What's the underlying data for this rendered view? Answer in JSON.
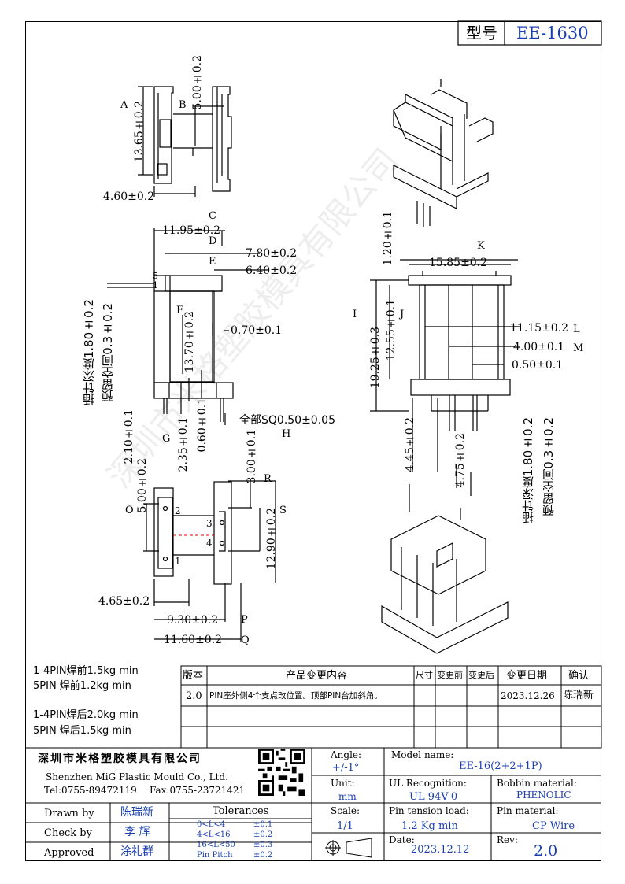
{
  "title_block": {
    "type_label": "型号",
    "model_code": "EE-1630"
  },
  "dimensions": {
    "d1": "13.65±0.2",
    "d2": "5.00±0.2",
    "d3": "4.60±0.2",
    "d4": "11.95±0.2",
    "d5": "7.80±0.2",
    "d6": "6.40±0.2",
    "d7": "13.70±0.2",
    "d8": "0.70±0.1",
    "d9": "2.10±0.1",
    "d10": "2.35±0.1",
    "d11": "0.60±0.1",
    "d12": "全部SQ0.50±0.05",
    "d13": "1.20±0.1",
    "d14": "15.85±0.2",
    "d15": "19.25±0.3",
    "d16": "12.55±0.1",
    "d17": "11.15±0.2",
    "d18": "4.00±0.1",
    "d19": "0.50±0.1",
    "d20": "4.45±0.2",
    "d21": "4.75±0.2",
    "d22": "3.00±0.1",
    "d23": "5.00±0.2",
    "d24": "12.90±0.2",
    "d25": "4.65±0.2",
    "d26": "9.30±0.2",
    "d27": "11.60±0.2"
  },
  "markers": [
    "A",
    "B",
    "C",
    "D",
    "E",
    "F",
    "G",
    "H",
    "I",
    "J",
    "K",
    "L",
    "M",
    "O",
    "P",
    "Q",
    "R",
    "S"
  ],
  "pin_numbers": [
    "5",
    "1",
    "2",
    "3",
    "4",
    "1"
  ],
  "notes": {
    "insert_depth_left": "插针深度1.80±0.2",
    "reserve_gap_left": "预留空间0.3±0.2",
    "insert_depth_right": "插针深度1.80±0.2",
    "reserve_gap_right": "预留空间0.3±0.2"
  },
  "strength_notes": [
    "1-4PIN焊前1.5kg min",
    "5PIN  焊前1.2kg min",
    "1-4PIN焊后2.0kg min",
    "5PIN  焊后1.5kg min"
  ],
  "revision_table": {
    "headers": [
      "版本",
      "产品变更内容",
      "尺寸",
      "变更前",
      "变更后",
      "变更日期",
      "确认"
    ],
    "row": {
      "version": "2.0",
      "content": "PIN座外侧4个支点改位置。顶部PIN台加斜角。",
      "date": "2023.12.26",
      "confirm": "陈瑞新"
    }
  },
  "company": {
    "name_cn": "深圳市米格塑胶模具有限公司",
    "name_en": "Shenzhen MiG Plastic Mould Co., Ltd.",
    "tel": "Tel:0755-89472119",
    "fax": "Fax:0755-23721421"
  },
  "info": {
    "angle_label": "Angle:",
    "angle_value": "+/-1°",
    "model_label": "Model name:",
    "model_value": "EE-16(2+2+1P)",
    "unit_label": "Unit:",
    "unit_value": "mm",
    "ul_label": "UL Recognition:",
    "ul_value": "UL 94V-0",
    "bobbin_label": "Bobbin material:",
    "bobbin_value": "PHENOLIC",
    "scale_label": "Scale:",
    "scale_value": "1/1",
    "tension_label": "Pin tension load:",
    "tension_value": "1.2 Kg min",
    "pinmat_label": "Pin material:",
    "pinmat_value": "CP Wire",
    "date_label": "Date:",
    "date_value": "2023.12.12",
    "rev_label": "Rev:",
    "rev_value": "2.0"
  },
  "people": {
    "drawn_label": "Drawn by",
    "drawn_value": "陈瑞新",
    "check_label": "Check by",
    "check_value": "李 辉",
    "approved_label": "Approved",
    "approved_value": "涂礼群"
  },
  "tolerances": {
    "title": "Tolerances",
    "rows": [
      {
        "range": "0<L<4",
        "tol": "±0.1"
      },
      {
        "range": "4<L<16",
        "tol": "±0.2"
      },
      {
        "range": "16<L<50",
        "tol": "±0.3"
      },
      {
        "range": "Pin Pitch",
        "tol": "±0.2"
      }
    ]
  },
  "watermark": "深圳市米格塑胶模具有限公司"
}
